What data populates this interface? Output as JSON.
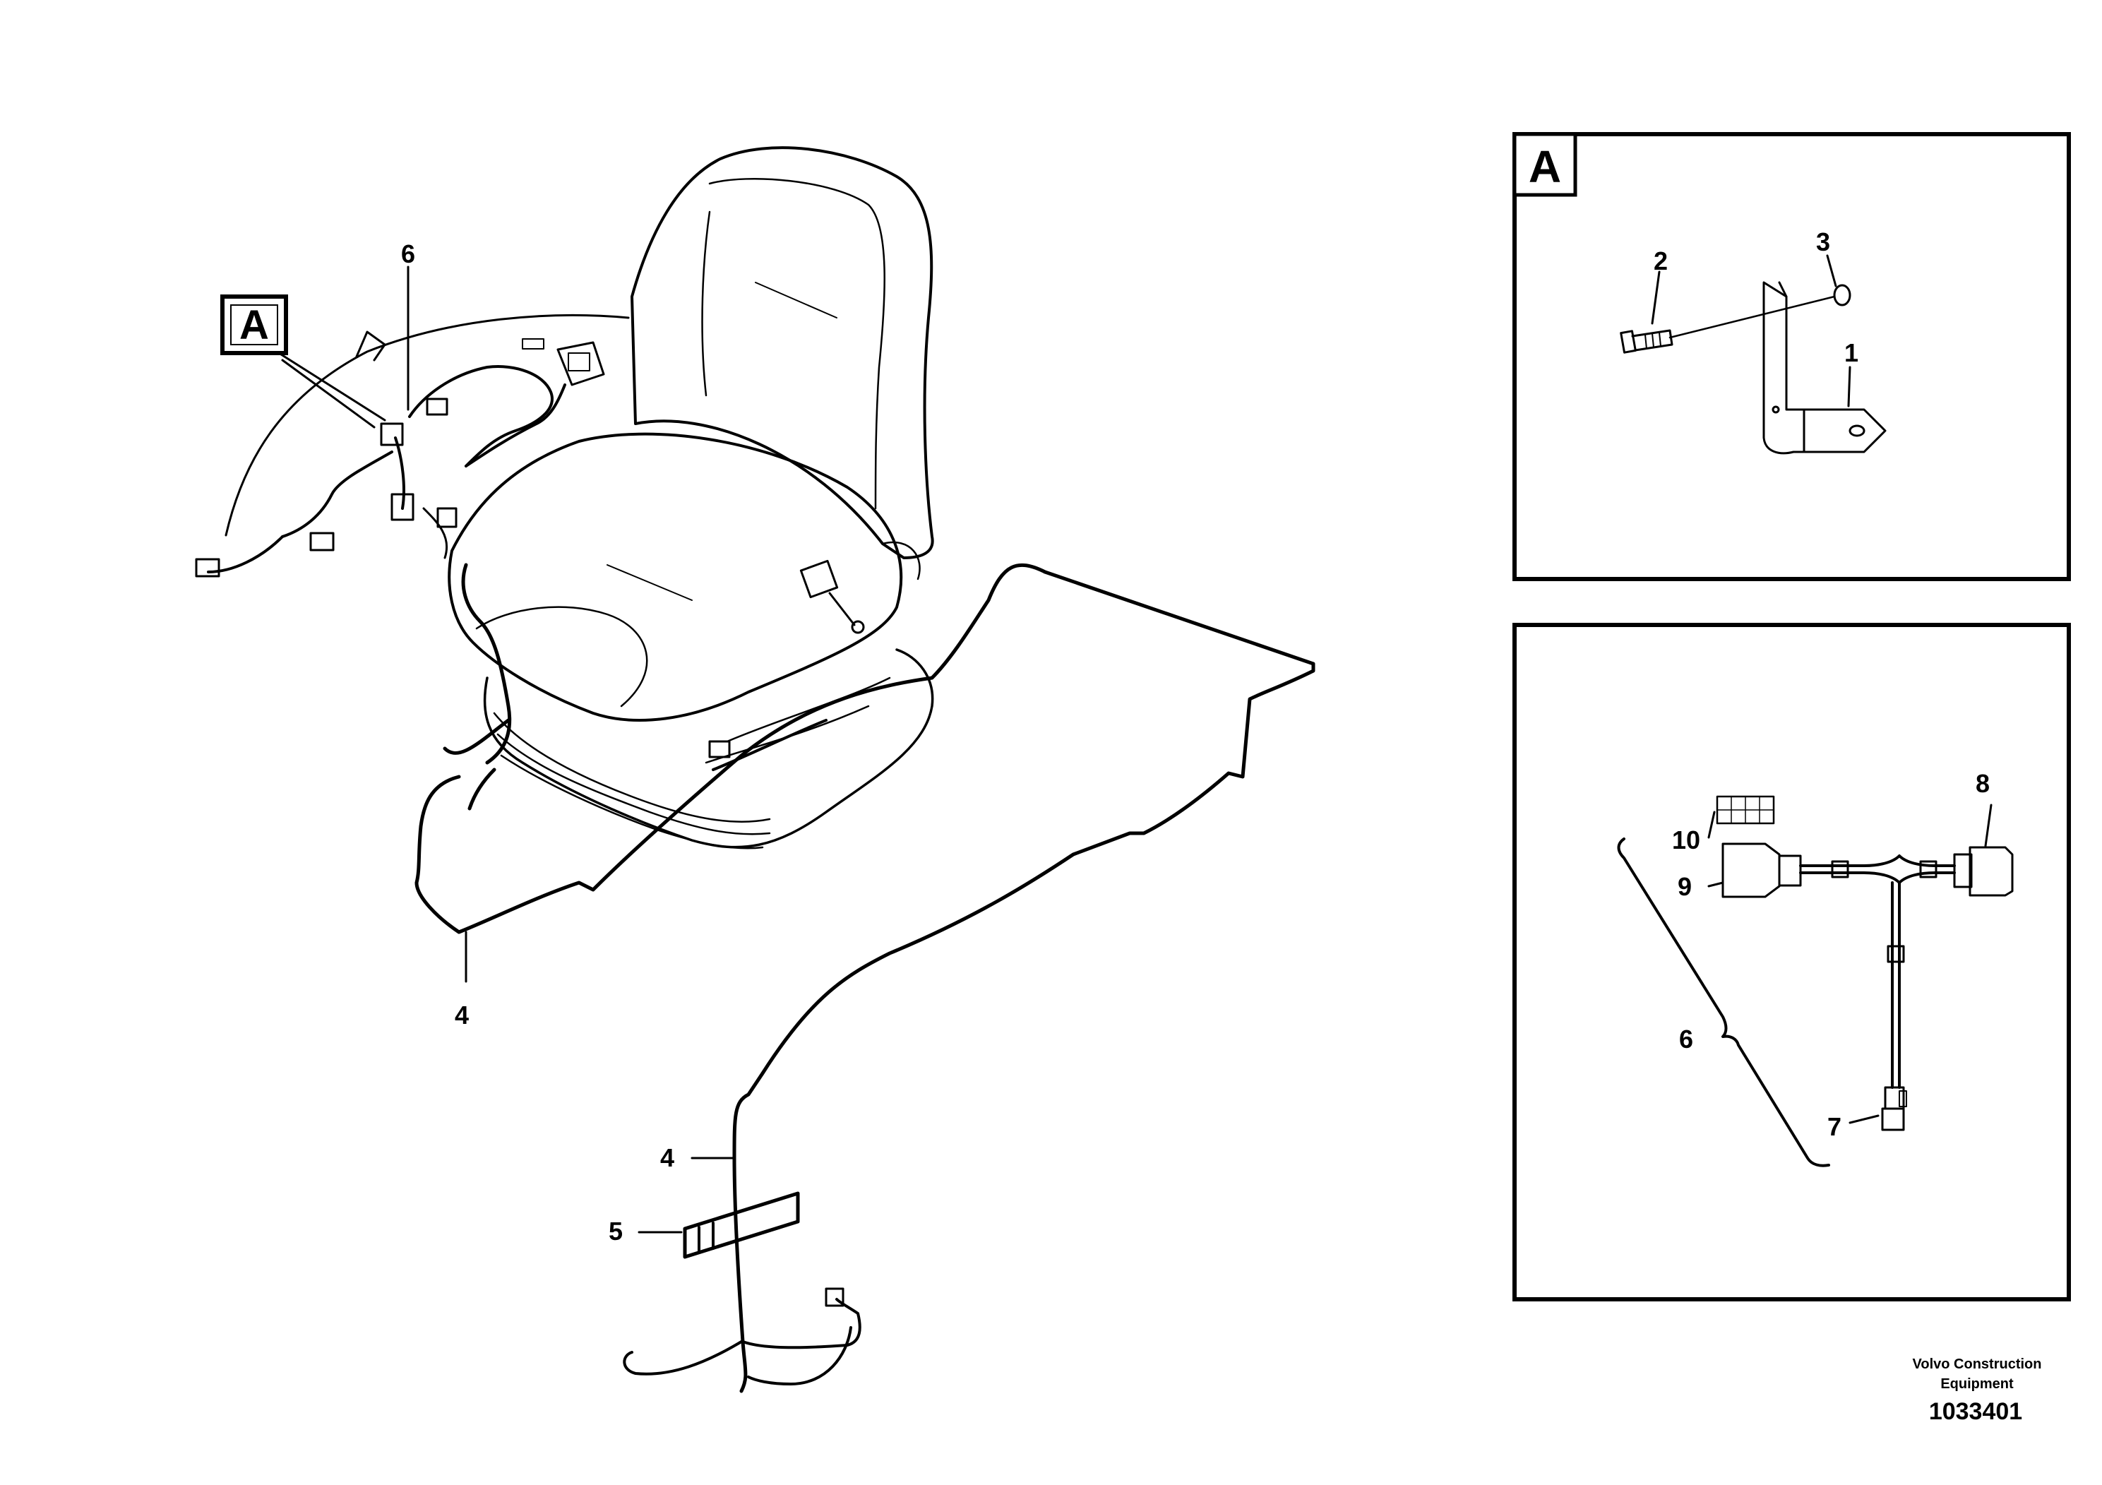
{
  "callouts": {
    "main_view_letter": "A",
    "detail_a_letter": "A",
    "main_6": "6",
    "main_4_upper": "4",
    "main_4_lower": "4",
    "main_5": "5",
    "a_1": "1",
    "a_2": "2",
    "a_3": "3",
    "b_6": "6",
    "b_7": "7",
    "b_8": "8",
    "b_9": "9",
    "b_10": "10"
  },
  "footer": {
    "company_line1": "Volvo Construction",
    "company_line2": "Equipment",
    "figure_number": "1033401"
  }
}
